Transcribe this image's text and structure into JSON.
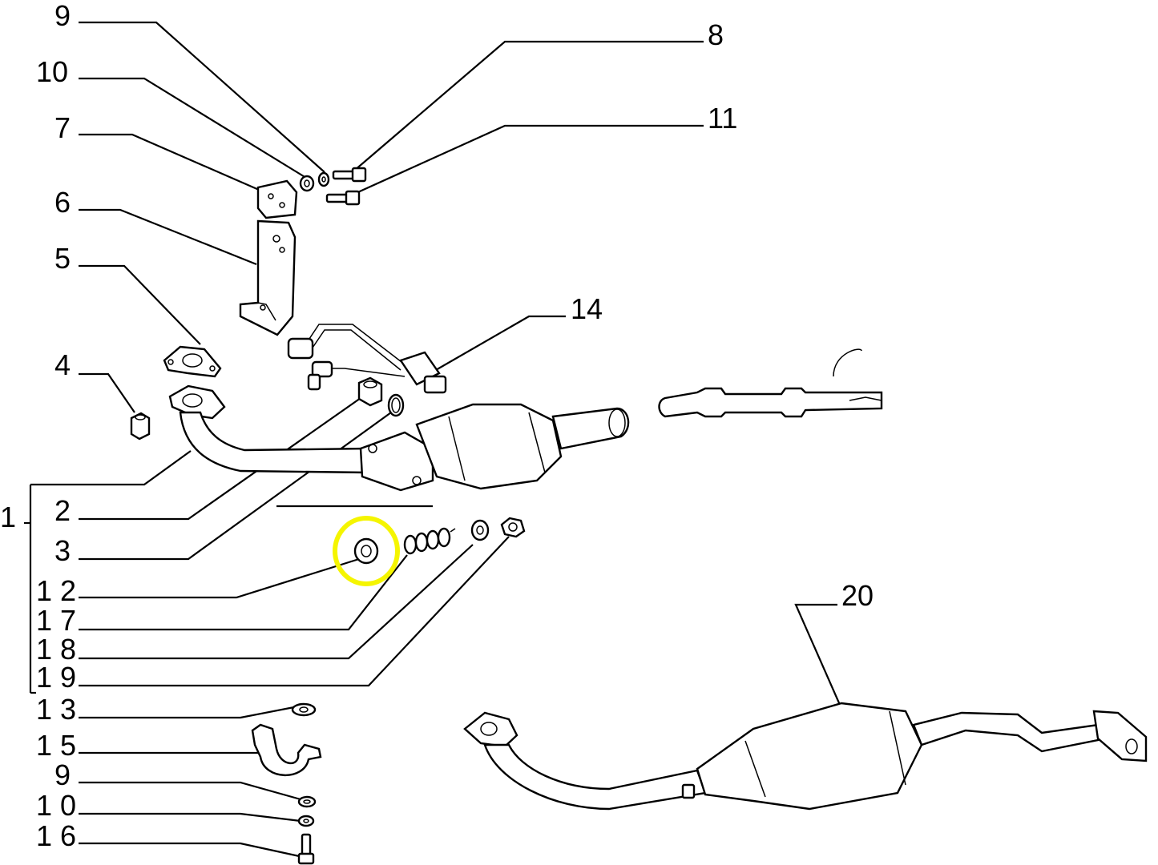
{
  "diagram": {
    "labels": {
      "l9a": "9",
      "l8": "8",
      "l10a": "10",
      "l11": "11",
      "l7": "7",
      "l6": "6",
      "l5": "5",
      "l14": "14",
      "l4": "4",
      "l1": "1",
      "l2": "2",
      "l3": "3",
      "l12": "1 2",
      "l17": "1 7",
      "l18": "1 8",
      "l19": "1 9",
      "l13": "1 3",
      "l15": "1 5",
      "l9b": "9",
      "l10b": "1 0",
      "l16": "1 6",
      "l20": "20"
    },
    "highlight_color": "#f5f500",
    "highlighted_part": "12"
  }
}
